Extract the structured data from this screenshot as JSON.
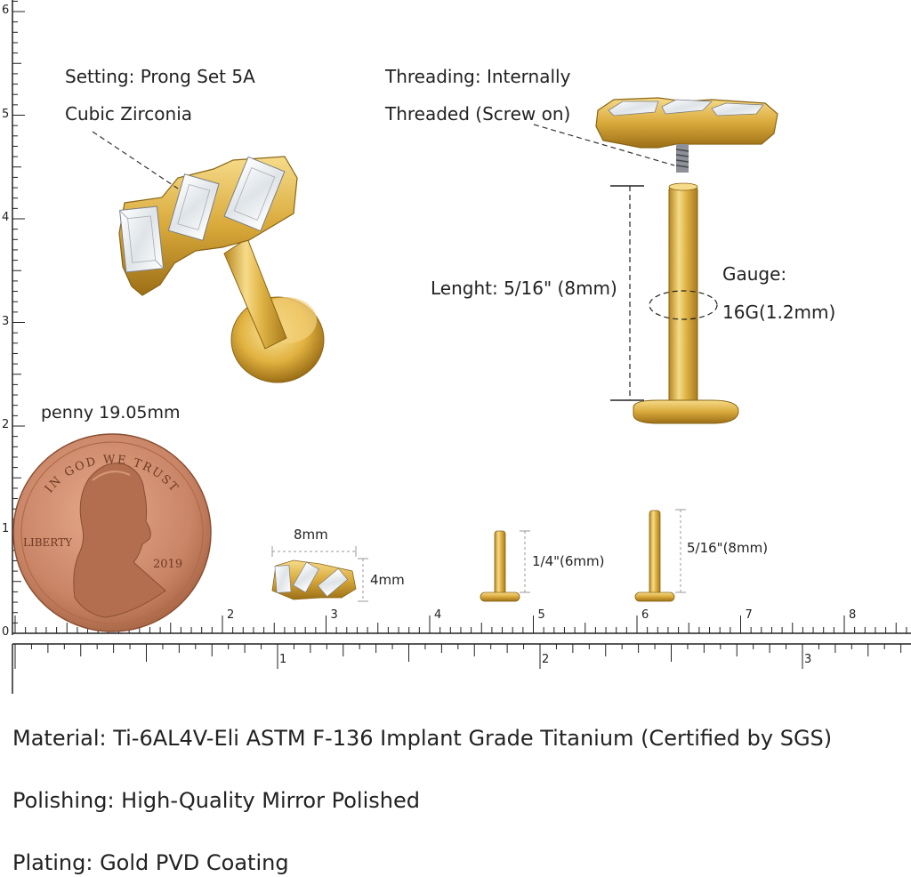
{
  "labels": {
    "setting_line1": "Setting: Prong Set 5A",
    "setting_line2": "Cubic Zirconia",
    "threading_line1": "Threading: Internally",
    "threading_line2": "Threaded (Screw on)",
    "length": "Lenght: 5/16\" (8mm)",
    "gauge_line1": "Gauge:",
    "gauge_line2": "16G(1.2mm)",
    "penny": "penny 19.05mm",
    "top_width": "8mm",
    "top_height": "4mm",
    "post_short": "1/4\"(6mm)",
    "post_long": "5/16\"(8mm)"
  },
  "penny": {
    "rim_text": "IN GOD WE TRUST",
    "word": "LIBERTY",
    "year": "2019"
  },
  "specs": {
    "material": "Material: Ti-6AL4V-Eli ASTM F-136 Implant Grade Titanium (Certified by SGS)",
    "polishing": "Polishing: High-Quality Mirror Polished",
    "plating": "Plating: Gold PVD Coating"
  },
  "ruler_cm": {
    "vertical_labels": [
      "0",
      "1",
      "2",
      "3",
      "4",
      "5",
      "6"
    ],
    "horizontal_labels": [
      "2",
      "3",
      "4",
      "5",
      "6",
      "7",
      "8"
    ]
  },
  "ruler_inch": {
    "labels": [
      "1",
      "2",
      "3"
    ]
  },
  "colors": {
    "gold": "#d9a93a",
    "gold_light": "#f6dc8a",
    "gold_dark": "#a87a1c",
    "penny": "#c98466",
    "ink": "#222222"
  }
}
